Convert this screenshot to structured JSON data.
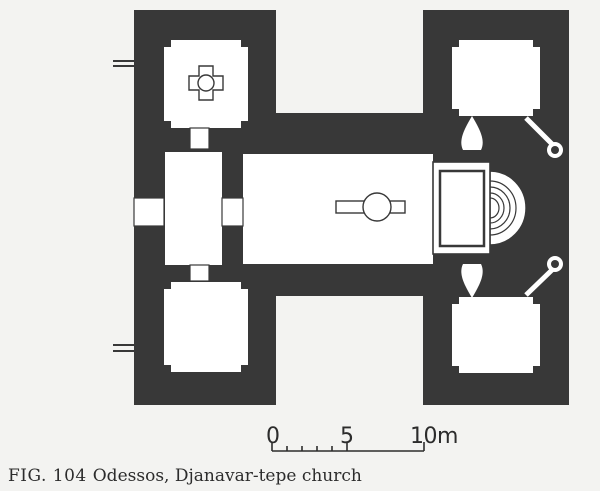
{
  "figure": {
    "label": "FIG. 104",
    "title": "Odessos, Djanavar-tepe church"
  },
  "scale_bar": {
    "ticks": [
      "0",
      "5",
      "10m"
    ]
  },
  "colors": {
    "wall": "#383838",
    "paper": "#f3f3f1",
    "room": "#ffffff",
    "ink": "#2c2c2c"
  }
}
